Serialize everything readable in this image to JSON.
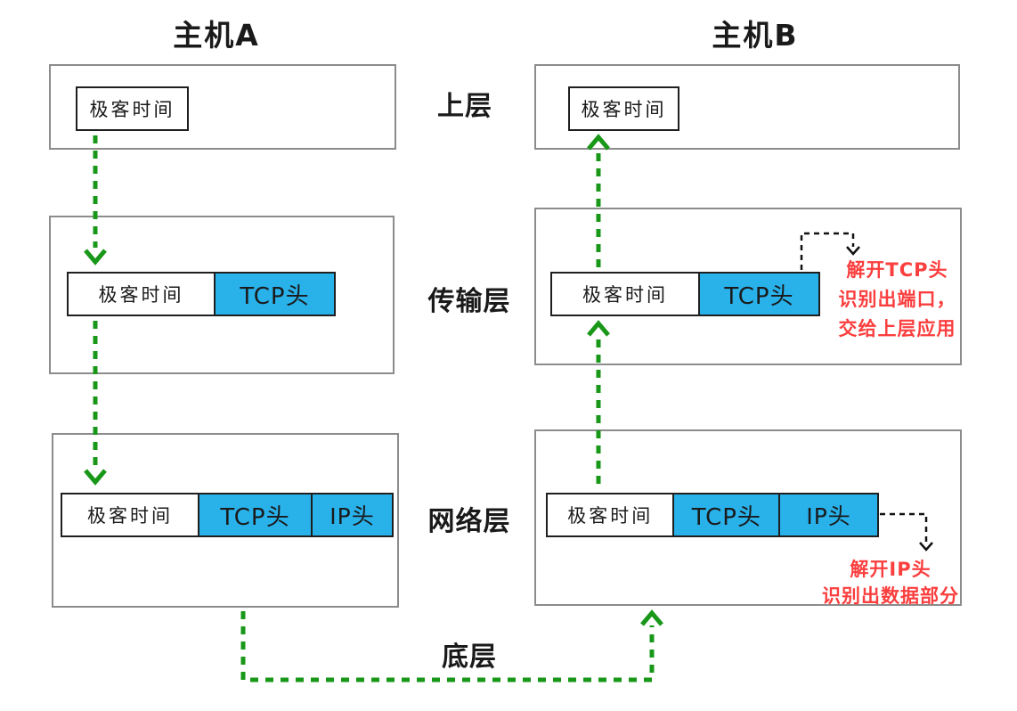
{
  "titles": {
    "host_a": "主机A",
    "host_b": "主机B"
  },
  "layer_labels": {
    "upper": "上层",
    "transport": "传输层",
    "network": "网络层",
    "bottom": "底层"
  },
  "packet_labels": {
    "payload": "极客时间",
    "tcp_header": "TCP头",
    "ip_header": "IP头"
  },
  "annotations": {
    "tcp_unpack": {
      "line1": "解开TCP头",
      "line2": "识别出端口，",
      "line3": "交给上层应用"
    },
    "ip_unpack": {
      "line1": "解开IP头",
      "line2": "识别出数据部分"
    }
  },
  "colors": {
    "flow_arrow_green": "#189718",
    "header_fill_blue": "#29b1ea",
    "annotation_red": "#fb3e3e",
    "layer_box_border_gray": "#8c8c8c",
    "packet_border_black": "#1f1f1f"
  }
}
